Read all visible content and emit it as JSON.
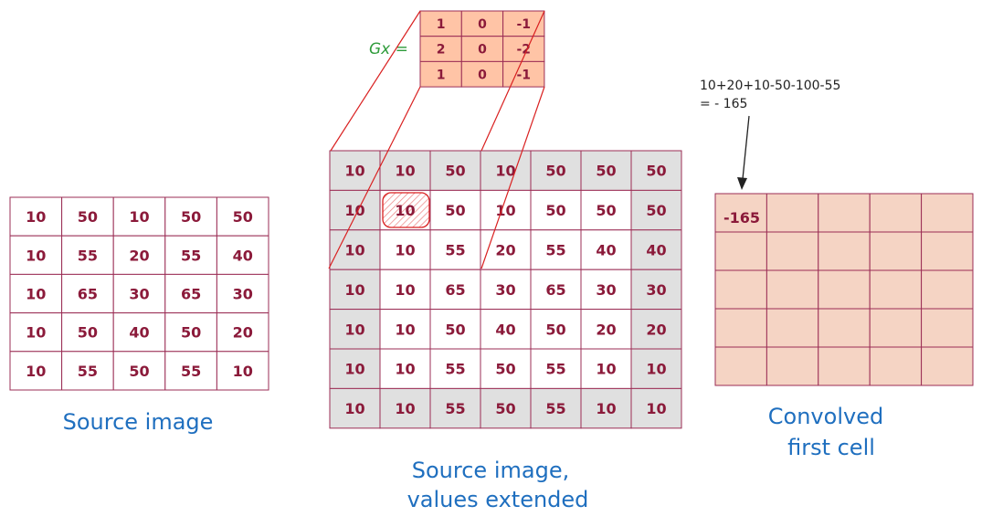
{
  "source_grid": {
    "rows": [
      [
        "10",
        "50",
        "10",
        "50",
        "50"
      ],
      [
        "10",
        "55",
        "20",
        "55",
        "40"
      ],
      [
        "10",
        "65",
        "30",
        "65",
        "30"
      ],
      [
        "10",
        "50",
        "40",
        "50",
        "20"
      ],
      [
        "10",
        "55",
        "50",
        "55",
        "10"
      ]
    ],
    "caption": "Source image"
  },
  "extended_grid": {
    "rows": [
      [
        "10",
        "10",
        "50",
        "10",
        "50",
        "50",
        "50"
      ],
      [
        "10",
        "10",
        "50",
        "10",
        "50",
        "50",
        "50"
      ],
      [
        "10",
        "10",
        "55",
        "20",
        "55",
        "40",
        "40"
      ],
      [
        "10",
        "10",
        "65",
        "30",
        "65",
        "30",
        "30"
      ],
      [
        "10",
        "10",
        "50",
        "40",
        "50",
        "20",
        "20"
      ],
      [
        "10",
        "10",
        "55",
        "50",
        "55",
        "10",
        "10"
      ],
      [
        "10",
        "10",
        "55",
        "50",
        "55",
        "10",
        "10"
      ]
    ],
    "caption_line1": "Source image,",
    "caption_line2": "values extended"
  },
  "kernel": {
    "label": "Gx =",
    "rows": [
      [
        "1",
        "0",
        "-1"
      ],
      [
        "2",
        "0",
        "-2"
      ],
      [
        "1",
        "0",
        "-1"
      ]
    ]
  },
  "output_grid": {
    "first_value": "-165",
    "caption_line1": "Convolved",
    "caption_line2": "first cell"
  },
  "annotation": {
    "line1": "10+20+10-50-100-55",
    "line2": "= - 165"
  },
  "colors": {
    "grid_line": "#9b2d55",
    "cell_text": "#8b1a3a",
    "padding_fill": "#e0e0e0",
    "kernel_fill": "#ffc4a6",
    "output_fill": "#f5d4c4",
    "caption": "#1f6fbf",
    "kernel_label": "#2e9b3a",
    "red_line": "#d92020"
  }
}
